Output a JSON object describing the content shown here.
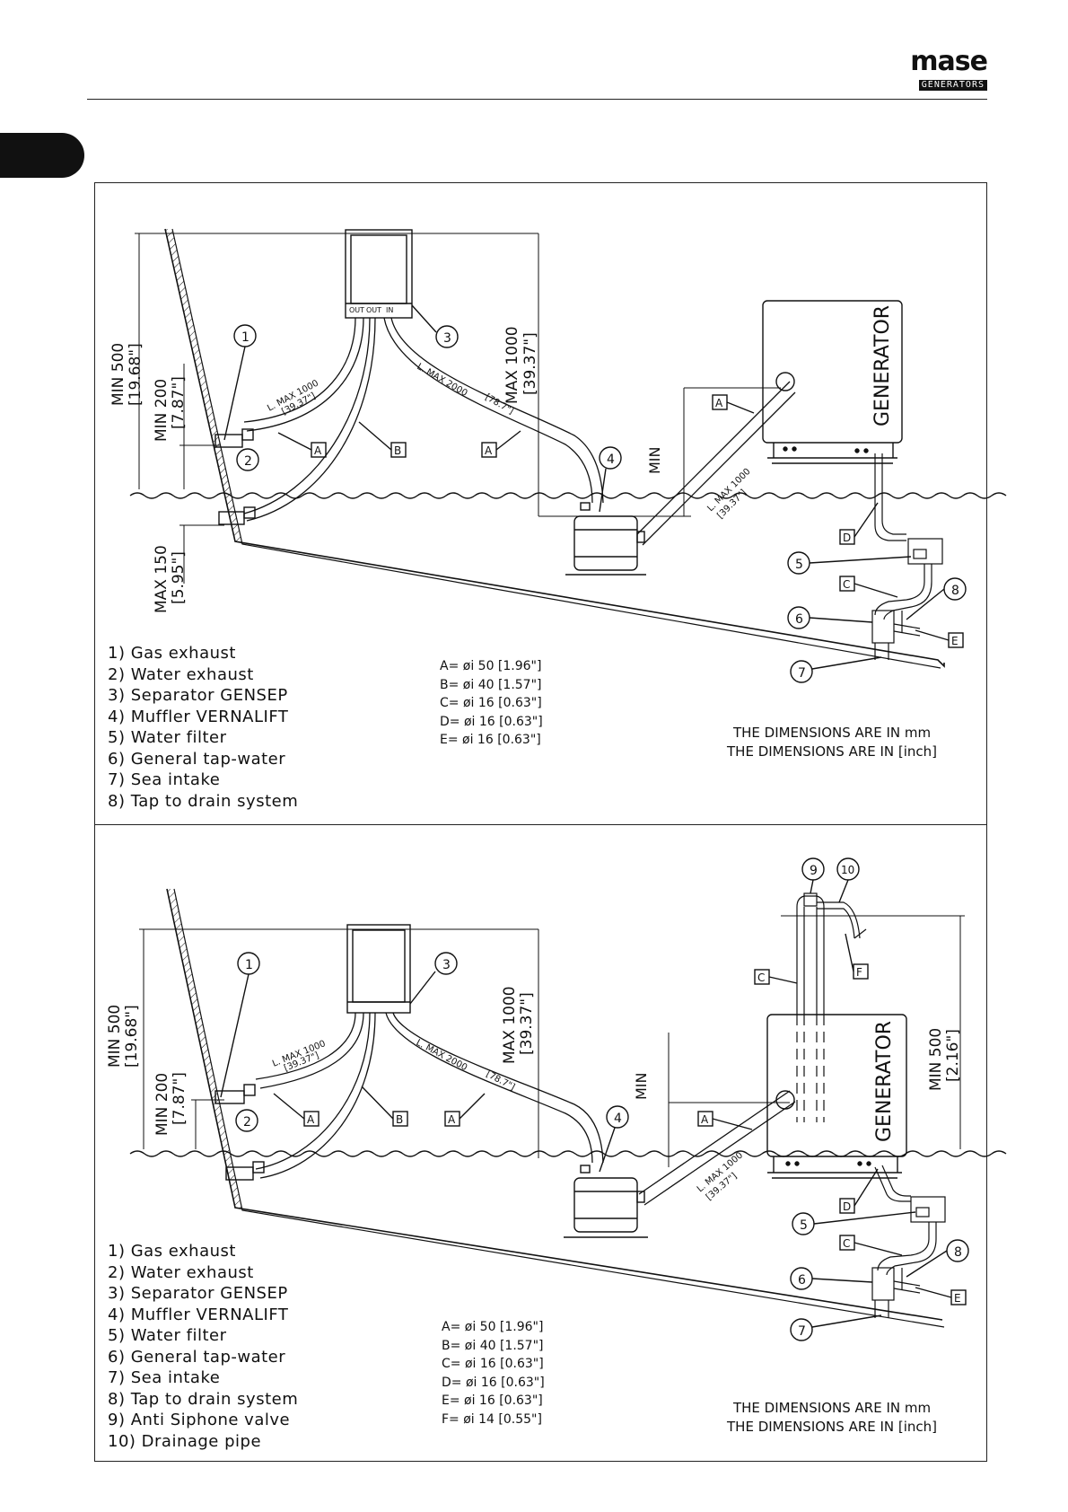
{
  "header": {
    "logo_main": "mase",
    "logo_sub": "GENERATORS"
  },
  "colors": {
    "ink": "#111111",
    "paper": "#ffffff"
  },
  "top_diagram": {
    "legend": [
      "1) Gas exhaust",
      "2) Water exhaust",
      "3) Separator GENSEP",
      "4) Muffler VERNALIFT",
      "5) Water filter",
      "6) General tap-water",
      "7) Sea intake",
      "8) Tap to drain system"
    ],
    "diameters": [
      "A= øi 50 [1.96\"]",
      "B= øi 40 [1.57\"]",
      "C= øi 16 [0.63\"]",
      "D= øi 16 [0.63\"]",
      "E= øi 16 [0.63\"]"
    ],
    "note": [
      "THE DIMENSIONS ARE IN mm",
      "THE DIMENSIONS ARE IN [inch]"
    ],
    "dims": {
      "min500": "MIN 500",
      "min500_in": "[19.68\"]",
      "min200": "MIN 200",
      "min200_in": "[7.87\"]",
      "max150": "MAX 150",
      "max150_in": "[5.95\"]",
      "max1000": "MAX 1000",
      "max1000_in": "[39.37\"]",
      "min": "MIN",
      "lmax1000": "L. MAX 1000",
      "lmax1000_in": "[39.37\"]",
      "lmax2000": "L. MAX 2000",
      "lmax2000_in": "[78.7\"]"
    },
    "ports": [
      "OUT",
      "OUT",
      "IN"
    ],
    "generator": "GENERATOR",
    "callouts": [
      "1",
      "2",
      "3",
      "4",
      "5",
      "6",
      "7",
      "8"
    ],
    "pipe_tags": [
      "A",
      "B",
      "A",
      "A",
      "D",
      "C",
      "E"
    ]
  },
  "bottom_diagram": {
    "legend": [
      "1) Gas exhaust",
      "2) Water exhaust",
      "3) Separator GENSEP",
      "4) Muffler VERNALIFT",
      "5) Water filter",
      "6) General tap-water",
      "7) Sea intake",
      "8) Tap to drain system",
      "9) Anti Siphone valve",
      "10) Drainage pipe"
    ],
    "diameters": [
      "A= øi 50 [1.96\"]",
      "B= øi 40 [1.57\"]",
      "C= øi 16 [0.63\"]",
      "D= øi 16 [0.63\"]",
      "E= øi 16 [0.63\"]",
      "F= øi 14 [0.55\"]"
    ],
    "note": [
      "THE DIMENSIONS ARE IN mm",
      "THE DIMENSIONS ARE IN [inch]"
    ],
    "dims": {
      "min500": "MIN 500",
      "min500_in": "[19.68\"]",
      "min200": "MIN 200",
      "min200_in": "[7.87\"]",
      "max1000": "MAX 1000",
      "max1000_in": "[39.37\"]",
      "min": "MIN",
      "lmax1000": "L. MAX 1000",
      "lmax1000_in": "[39.37\"]",
      "lmax2000": "L. MAX 2000",
      "lmax2000_in": "[78.7\"]",
      "min500_right": "MIN 500",
      "min500_right_in": "[2.16\"]"
    },
    "generator": "GENERATOR",
    "callouts": [
      "1",
      "2",
      "3",
      "4",
      "5",
      "6",
      "7",
      "8",
      "9",
      "10"
    ],
    "pipe_tags": [
      "A",
      "B",
      "A",
      "A",
      "C",
      "F",
      "D",
      "C",
      "E"
    ]
  }
}
